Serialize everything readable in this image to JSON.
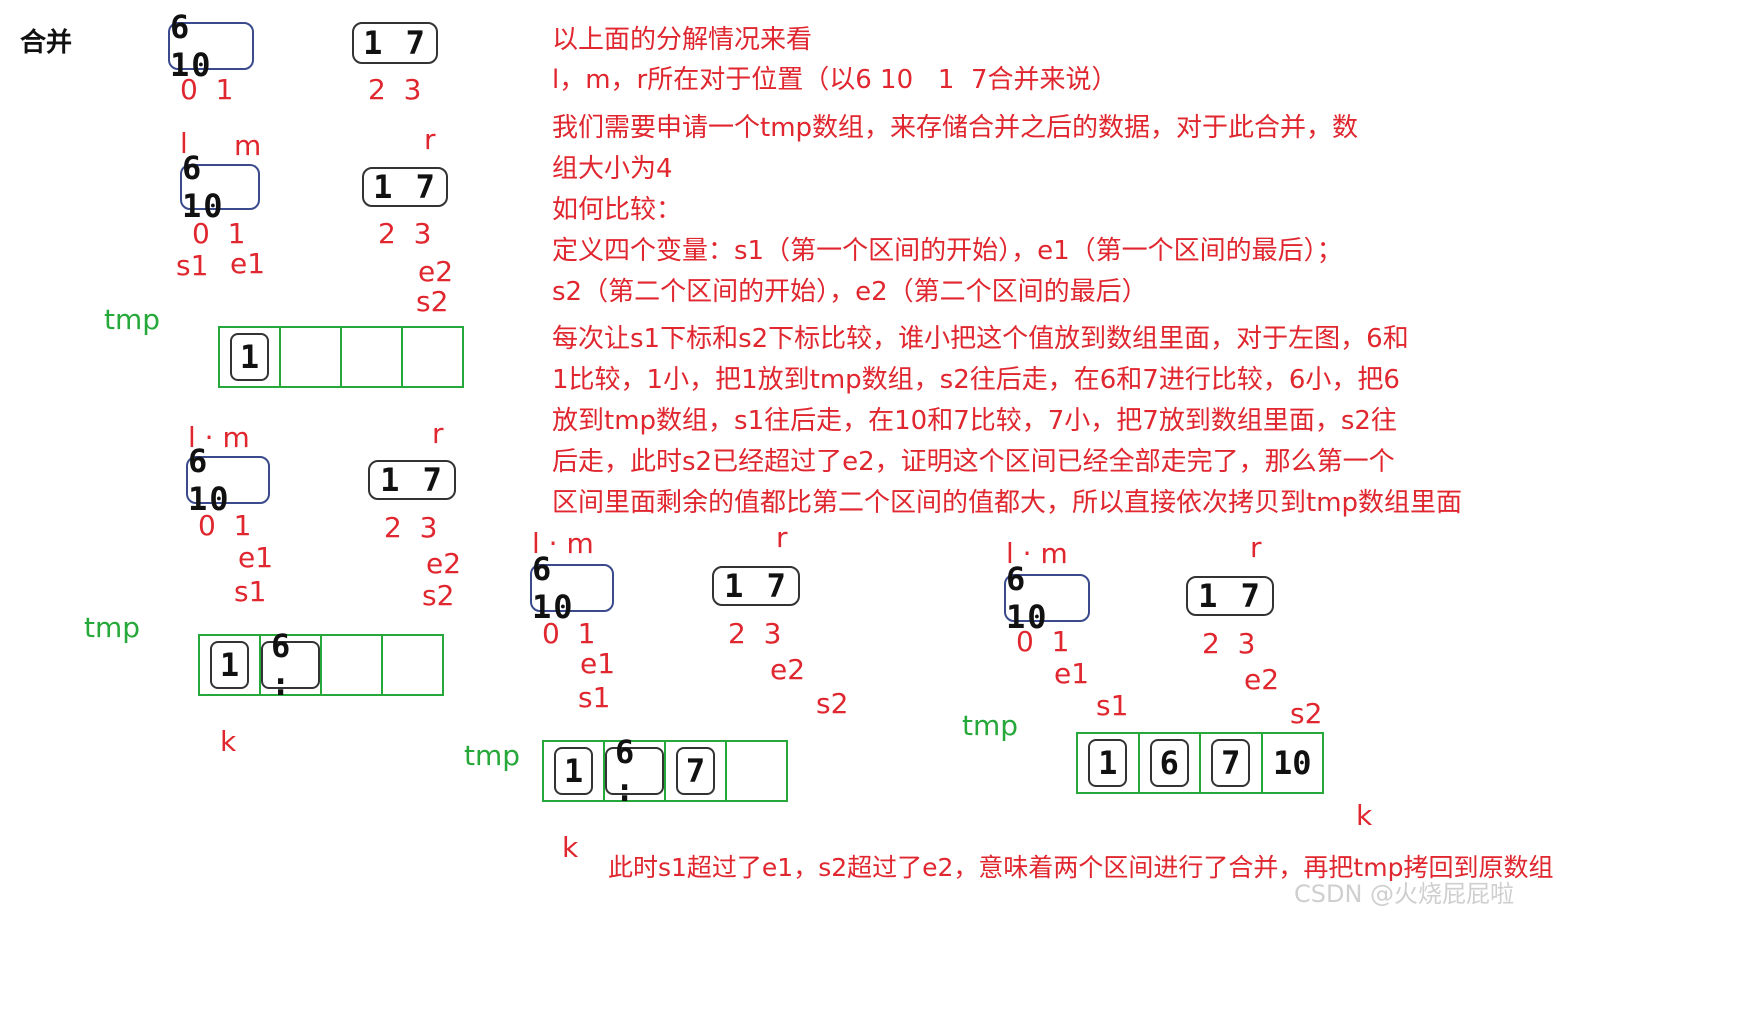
{
  "title": "合并",
  "arrays": {
    "left": "6 10",
    "right": "1 7",
    "left_idx": "0  1",
    "right_idx": "2  3"
  },
  "markers": {
    "l": "l",
    "m": "m",
    "r": "r",
    "l_dot_m": "l · m",
    "s1": "s1",
    "e1": "e1",
    "s2": "s2",
    "e2": "e2",
    "k": "k",
    "tmp": "tmp"
  },
  "tmp_values": {
    "v1": "1",
    "v6": "6",
    "v6_partial": "6 :",
    "v7": "7",
    "v10": "10"
  },
  "text": {
    "line1": "以上面的分解情况来看",
    "line2": "l，m，r所在对于位置（以6 10   1  7合并来说）",
    "line3": "我们需要申请一个tmp数组，来存储合并之后的数据，对于此合并，数",
    "line4": "组大小为4",
    "line5": "如何比较：",
    "line6": "定义四个变量：s1（第一个区间的开始），e1（第一个区间的最后）；",
    "line7": "s2（第二个区间的开始），e2（第二个区间的最后）",
    "line8": "每次让s1下标和s2下标比较，谁小把这个值放到数组里面，对于左图，6和",
    "line9": "1比较，1小，把1放到tmp数组，s2往后走，在6和7进行比较，6小，把6",
    "line10": "放到tmp数组，s1往后走，在10和7比较，7小，把7放到数组里面，s2往",
    "line11": "后走，此时s2已经超过了e2，证明这个区间已经全部走完了，那么第一个",
    "line12": "区间里面剩余的值都比第二个区间的值都大，所以直接依次拷贝到tmp数组里面",
    "bottom": "此时s1超过了e1，s2超过了e2，意味着两个区间进行了合并，再把tmp拷回到原数组"
  },
  "watermark": "CSDN @火烧屁屁啦",
  "colors": {
    "annotation": "#e0262e",
    "tmp": "#27a83a"
  }
}
